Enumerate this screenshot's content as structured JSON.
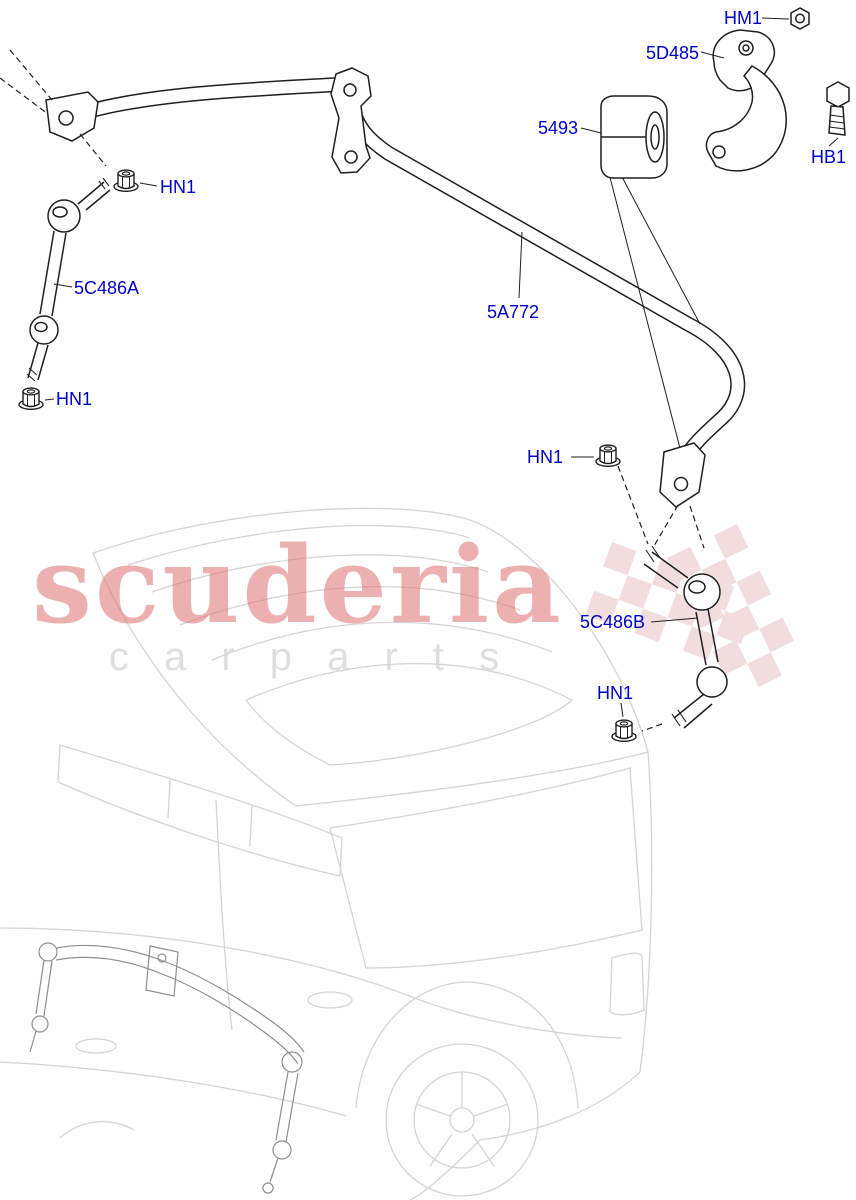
{
  "watermark": {
    "brand": "scuderia",
    "subtitle": "c a r   p a r t s",
    "brand_color": "#df6f6f",
    "subtitle_color": "#d6d6d6",
    "flag_color": "#e6c2c2"
  },
  "diagram": {
    "label_color": "#0000cd",
    "line_color": "#1f1f1f",
    "vehicle_line_color": "#d4d4d4",
    "labels": [
      {
        "text": "HM1"
      },
      {
        "text": "5D485"
      },
      {
        "text": "5493"
      },
      {
        "text": "HB1"
      },
      {
        "text": "HN1"
      },
      {
        "text": "5C486A"
      },
      {
        "text": "5A772"
      },
      {
        "text": "HN1"
      },
      {
        "text": "HN1"
      },
      {
        "text": "5C486B"
      },
      {
        "text": "HN1"
      }
    ]
  }
}
